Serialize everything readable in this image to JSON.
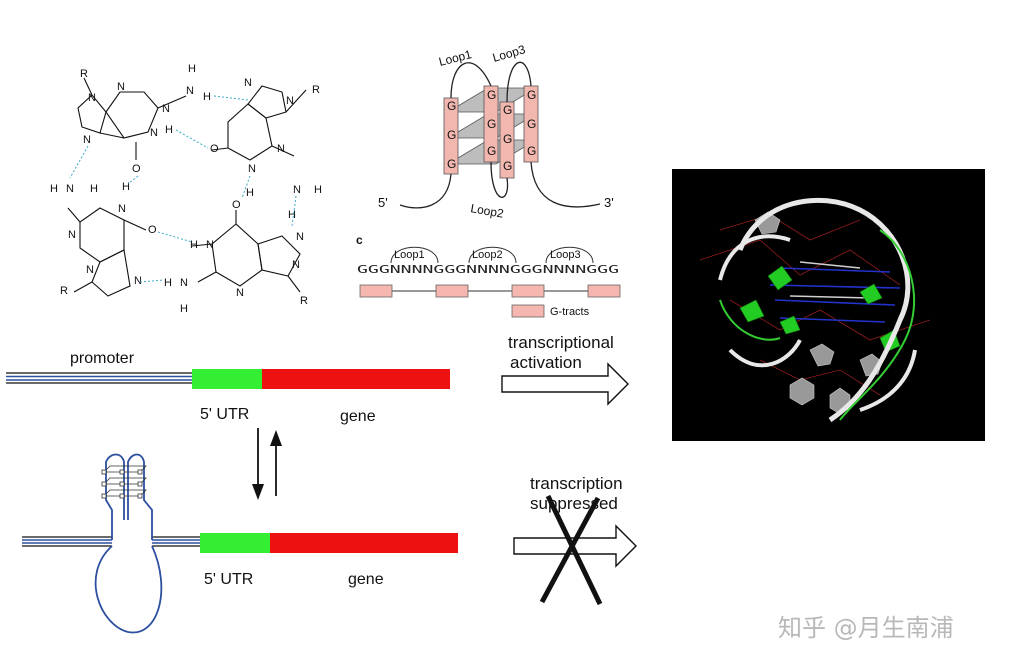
{
  "tetrad": {
    "atom_R": "R",
    "atom_N": "N",
    "atom_H": "H",
    "atom_O": "O",
    "group_NH": "N—H"
  },
  "topology": {
    "loop1": "Loop1",
    "loop3": "Loop3",
    "loop2": "Loop2",
    "end5": "5'",
    "end3": "3'",
    "base_G": "G"
  },
  "sequence": {
    "panel_letter": "c",
    "text": "GGGNNNNGGGNNNNGGGNNNNGGG",
    "loop_labels": [
      "Loop1",
      "Loop2",
      "Loop3"
    ],
    "legend": "G-tracts"
  },
  "mechanism": {
    "top": {
      "promoter": "promoter",
      "utr": "5' UTR",
      "gene": "gene",
      "result": "transcriptional activation"
    },
    "bottom": {
      "utr": "5' UTR",
      "gene": "gene",
      "result": "transcription suppressed"
    },
    "colors": {
      "utr": "#33ee33",
      "gene": "#ee1111",
      "dna_blue": "#2d4fa0",
      "loop_tract": "#f2b8b0",
      "gtract": "#f4b6ae"
    }
  },
  "watermark": "知乎 @月生南浦"
}
